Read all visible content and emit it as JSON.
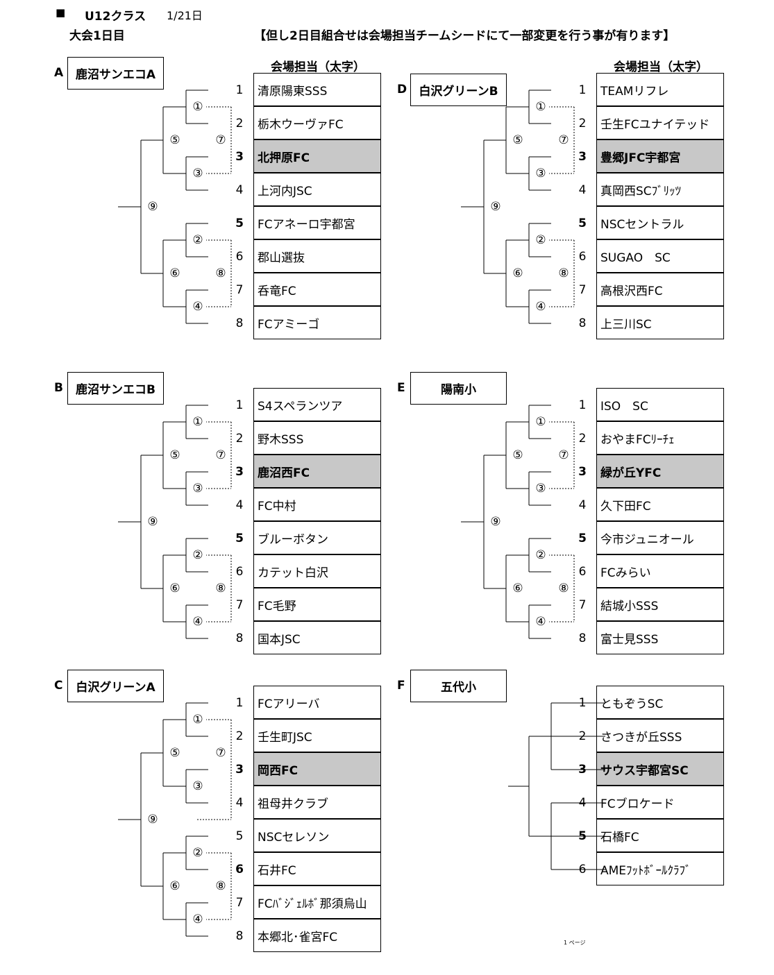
{
  "header": {
    "square": "■",
    "class_label": "U12クラス",
    "date": "1/21日",
    "day_label": "大会1日目",
    "notice": "【但し2日目組合せは会場担当チームシードにて一部変更を行う事が有ります】"
  },
  "column_header": "会場担当（太字）",
  "groups": [
    {
      "letter": "A",
      "venue": "鹿沼サンエコA",
      "teams": [
        {
          "no": "1",
          "name": "清原陽東SSS",
          "host": false,
          "bold_no": false
        },
        {
          "no": "2",
          "name": "栃木ウーヴァFC",
          "host": false,
          "bold_no": false
        },
        {
          "no": "3",
          "name": "北押原FC",
          "host": true,
          "bold_no": true
        },
        {
          "no": "4",
          "name": "上河内JSC",
          "host": false,
          "bold_no": false
        },
        {
          "no": "5",
          "name": "FCアネーロ宇都宮",
          "host": false,
          "bold_no": true
        },
        {
          "no": "6",
          "name": "郡山選抜",
          "host": false,
          "bold_no": false
        },
        {
          "no": "7",
          "name": "呑竜FC",
          "host": false,
          "bold_no": false
        },
        {
          "no": "8",
          "name": "FCアミーゴ",
          "host": false,
          "bold_no": false
        }
      ]
    },
    {
      "letter": "B",
      "venue": "鹿沼サンエコB",
      "teams": [
        {
          "no": "1",
          "name": "S4スペランツア",
          "host": false,
          "bold_no": false
        },
        {
          "no": "2",
          "name": "野木SSS",
          "host": false,
          "bold_no": false
        },
        {
          "no": "3",
          "name": "鹿沼西FC",
          "host": true,
          "bold_no": true
        },
        {
          "no": "4",
          "name": "FC中村",
          "host": false,
          "bold_no": false
        },
        {
          "no": "5",
          "name": "ブルーボタン",
          "host": false,
          "bold_no": true
        },
        {
          "no": "6",
          "name": "カテット白沢",
          "host": false,
          "bold_no": false
        },
        {
          "no": "7",
          "name": "FC毛野",
          "host": false,
          "bold_no": false
        },
        {
          "no": "8",
          "name": "国本JSC",
          "host": false,
          "bold_no": false
        }
      ]
    },
    {
      "letter": "C",
      "venue": "白沢グリーンA",
      "teams": [
        {
          "no": "1",
          "name": "FCアリーバ",
          "host": false,
          "bold_no": false
        },
        {
          "no": "2",
          "name": "壬生町JSC",
          "host": false,
          "bold_no": false
        },
        {
          "no": "3",
          "name": "岡西FC",
          "host": true,
          "bold_no": true
        },
        {
          "no": "4",
          "name": "祖母井クラブ",
          "host": false,
          "bold_no": false
        },
        {
          "no": "5",
          "name": "NSCセレソン",
          "host": false,
          "bold_no": false
        },
        {
          "no": "6",
          "name": "石井FC",
          "host": false,
          "bold_no": true
        },
        {
          "no": "7",
          "name": "FCﾊﾞｼﾞｪﾙﾎﾞ那須烏山",
          "host": false,
          "bold_no": false
        },
        {
          "no": "8",
          "name": "本郷北･雀宮FC",
          "host": false,
          "bold_no": false
        }
      ]
    },
    {
      "letter": "D",
      "venue": "白沢グリーンB",
      "teams": [
        {
          "no": "1",
          "name": "TEAMリフレ",
          "host": false,
          "bold_no": false
        },
        {
          "no": "2",
          "name": "壬生FCユナイテッド",
          "host": false,
          "bold_no": false
        },
        {
          "no": "3",
          "name": "豊郷JFC宇都宮",
          "host": true,
          "bold_no": true
        },
        {
          "no": "4",
          "name": "真岡西SCﾌﾞﾘｯﾂ",
          "host": false,
          "bold_no": false
        },
        {
          "no": "5",
          "name": "NSCセントラル",
          "host": false,
          "bold_no": true
        },
        {
          "no": "6",
          "name": "SUGAO　SC",
          "host": false,
          "bold_no": false
        },
        {
          "no": "7",
          "name": "高根沢西FC",
          "host": false,
          "bold_no": false
        },
        {
          "no": "8",
          "name": "上三川SC",
          "host": false,
          "bold_no": false
        }
      ]
    },
    {
      "letter": "E",
      "venue": "陽南小",
      "teams": [
        {
          "no": "1",
          "name": "ISO　SC",
          "host": false,
          "bold_no": false
        },
        {
          "no": "2",
          "name": "おやまFCﾘｰﾁｪ",
          "host": false,
          "bold_no": false
        },
        {
          "no": "3",
          "name": "緑が丘YFC",
          "host": true,
          "bold_no": true
        },
        {
          "no": "4",
          "name": "久下田FC",
          "host": false,
          "bold_no": false
        },
        {
          "no": "5",
          "name": "今市ジュニオール",
          "host": false,
          "bold_no": true
        },
        {
          "no": "6",
          "name": "FCみらい",
          "host": false,
          "bold_no": false
        },
        {
          "no": "7",
          "name": "結城小SSS",
          "host": false,
          "bold_no": false
        },
        {
          "no": "8",
          "name": "富士見SSS",
          "host": false,
          "bold_no": false
        }
      ]
    },
    {
      "letter": "F",
      "venue": "五代小",
      "teams": [
        {
          "no": "1",
          "name": "ともぞうSC",
          "host": false,
          "bold_no": false
        },
        {
          "no": "2",
          "name": "さつきが丘SSS",
          "host": false,
          "bold_no": false
        },
        {
          "no": "3",
          "name": "サウス宇都宮SC",
          "host": true,
          "bold_no": true
        },
        {
          "no": "4",
          "name": " FCブロケード",
          "host": false,
          "bold_no": false
        },
        {
          "no": "5",
          "name": "石橋FC",
          "host": false,
          "bold_no": true
        },
        {
          "no": "6",
          "name": "AMEﾌｯﾄﾎﾞｰﾙｸﾗﾌﾞ",
          "host": false,
          "bold_no": false
        }
      ]
    }
  ],
  "match_numbers": [
    "①",
    "②",
    "③",
    "④",
    "⑤",
    "⑥",
    "⑦",
    "⑧",
    "⑨"
  ],
  "page_number": "1 ページ"
}
